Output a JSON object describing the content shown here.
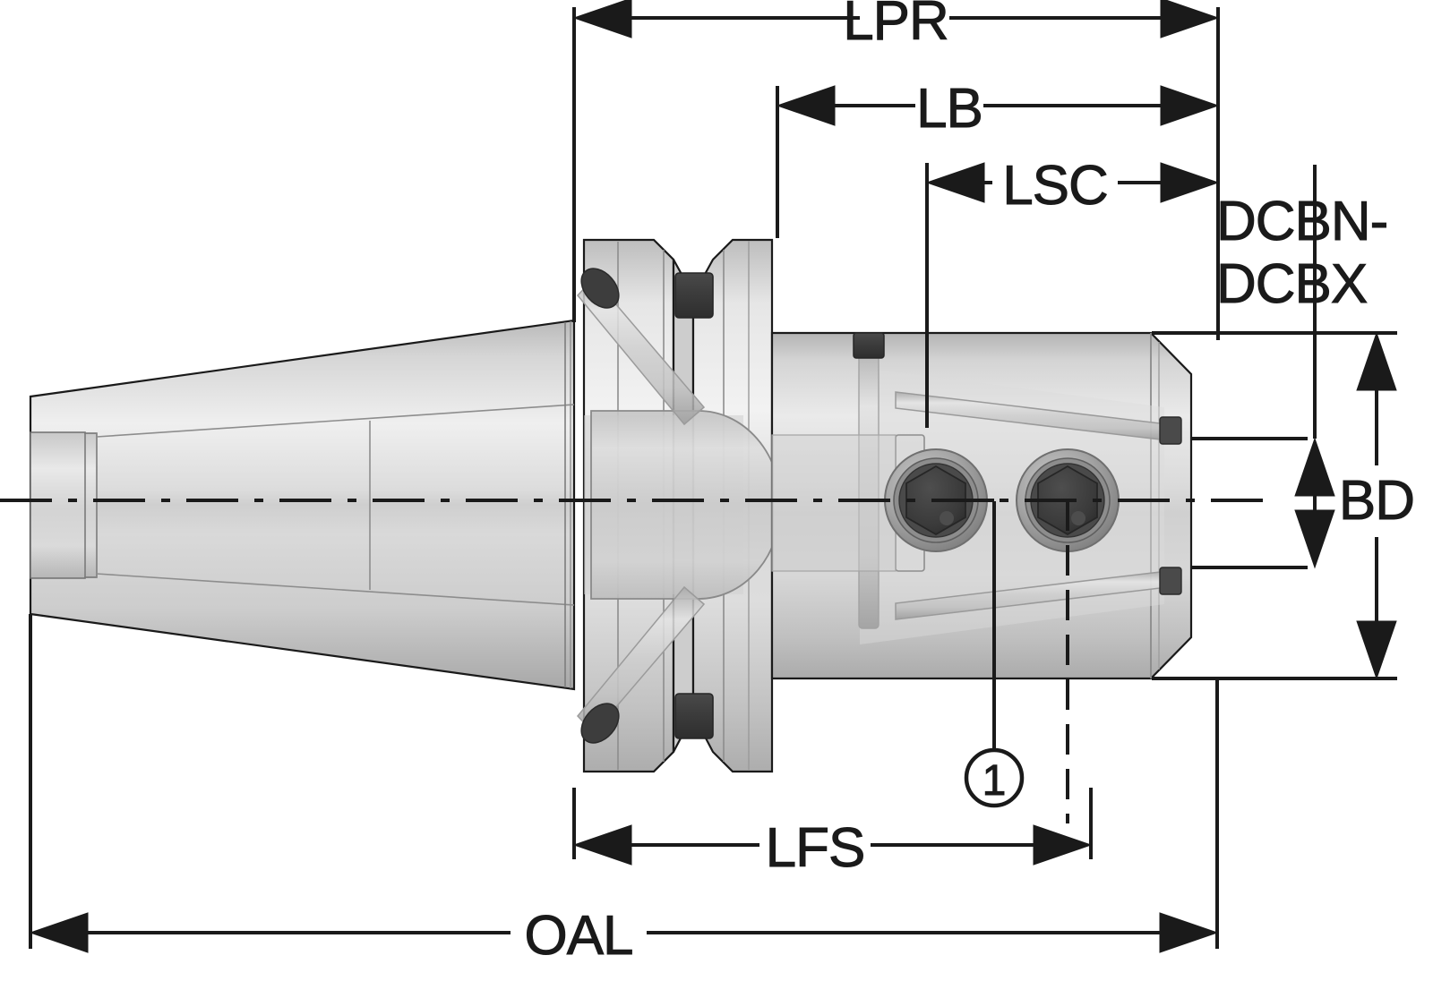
{
  "drawing": {
    "title": "Shrink fit tool holder dimensional diagram",
    "line_color": "#1a1a1a",
    "metal_light": "#f2f2f2",
    "metal_mid": "#c9c9c9",
    "metal_dark": "#9a9a9a",
    "screw_dark": "#3a3a3a"
  },
  "dimensions": {
    "lpr": {
      "label": "LPR"
    },
    "lb": {
      "label": "LB"
    },
    "lsc": {
      "label": "LSC"
    },
    "dcb": {
      "label_line1": "DCBN-",
      "label_line2": "DCBX"
    },
    "bd": {
      "label": "BD"
    },
    "lfs": {
      "label": "LFS"
    },
    "oal": {
      "label": "OAL"
    }
  },
  "callouts": [
    {
      "number": "1"
    }
  ]
}
